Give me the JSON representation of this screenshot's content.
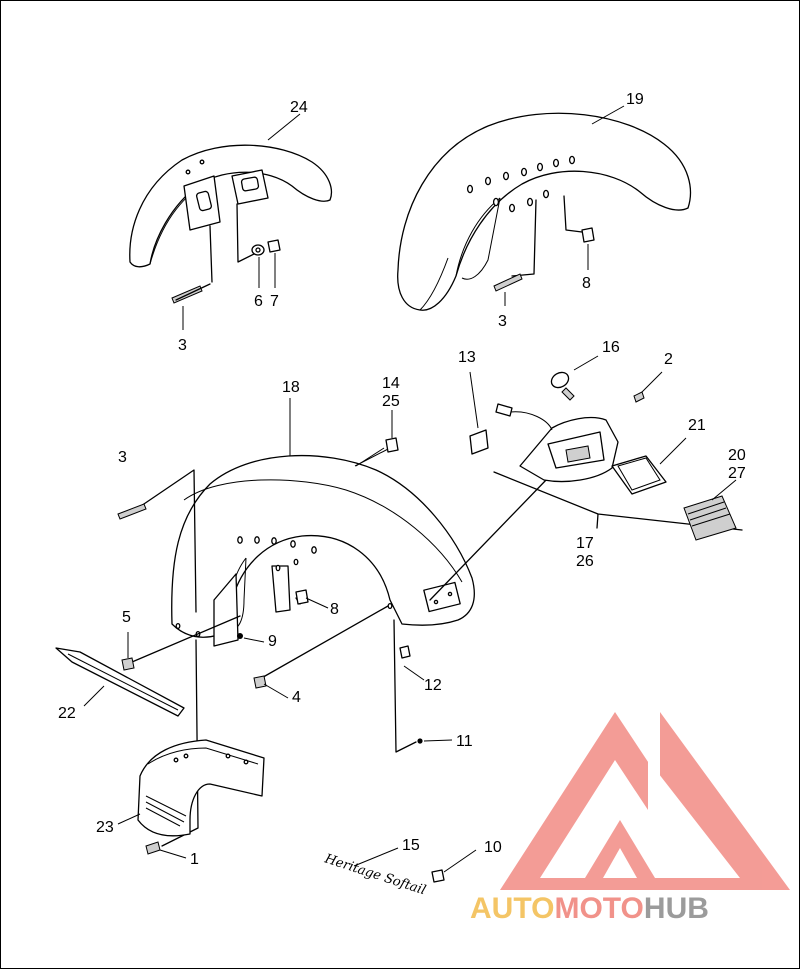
{
  "callouts": {
    "c24": "24",
    "c19": "19",
    "c6": "6",
    "c7": "7",
    "c3a": "3",
    "c3b": "3",
    "c8a": "8",
    "c13": "13",
    "c16": "16",
    "c2": "2",
    "c14": "14",
    "c25": "25",
    "c18": "18",
    "c21": "21",
    "c20": "20",
    "c27": "27",
    "c3c": "3",
    "c17": "17",
    "c26": "26",
    "c5": "5",
    "c9": "9",
    "c8b": "8",
    "c22": "22",
    "c4": "4",
    "c12": "12",
    "c11": "11",
    "c23": "23",
    "c15": "15",
    "c10": "10",
    "c1": "1"
  },
  "emblem_script": "Heritage Softail",
  "watermark": {
    "part1": "AUTO",
    "part2": "MOTO",
    "part3": "HUB",
    "colors": {
      "auto": "#f3bb4c",
      "moto": "#ef7f76",
      "hub": "#8a8a8a",
      "triangle": "#f28b84"
    }
  }
}
